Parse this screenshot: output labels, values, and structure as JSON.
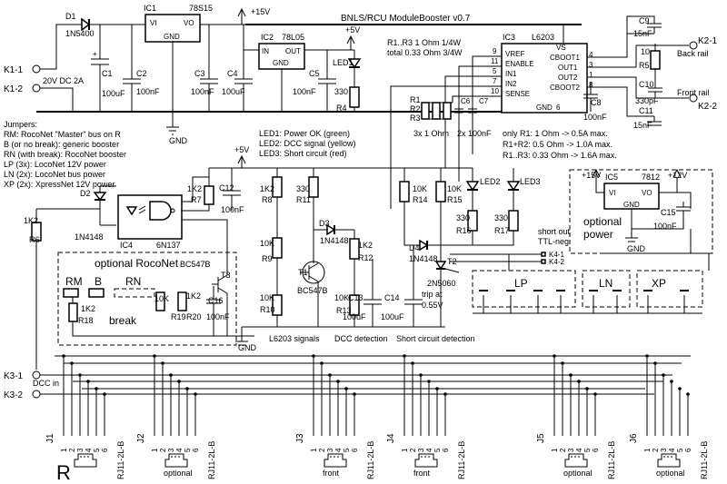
{
  "title": "BNLS/RCU ModuleBooster v0.7",
  "rails": {
    "v15": "+15V",
    "v5": "+5V",
    "v12": "+12V",
    "gnd": "GND"
  },
  "ic1": {
    "ref": "IC1",
    "part": "78S15",
    "vi": "VI",
    "vo": "VO",
    "gnd": "GND"
  },
  "ic2": {
    "ref": "IC2",
    "part": "78L05",
    "in": "IN",
    "out": "OUT",
    "gnd": "GND"
  },
  "ic3": {
    "ref": "IC3",
    "part": "L6203",
    "pins_left": [
      "VREF",
      "ENABLE",
      "IN1",
      "IN2",
      "SENSE"
    ],
    "pins_right": [
      "VS",
      "CBOOT1",
      "OUT1",
      "OUT2",
      "CBOOT2",
      "GND"
    ],
    "pin_nums_left": [
      "9",
      "11",
      "5",
      "7",
      "10"
    ],
    "pin_nums_right": [
      "4",
      "3",
      "1",
      "8",
      "6"
    ]
  },
  "ic4": {
    "ref": "IC4",
    "part": "6N137"
  },
  "ic5": {
    "ref": "IC5",
    "part": "7812",
    "vi": "VI",
    "vo": "VO",
    "gnd": "GND"
  },
  "power_in": {
    "k1_1": "K1-1",
    "k1_2": "K1-2",
    "label": "20V DC 2A"
  },
  "d1": {
    "ref": "D1",
    "part": "1N5400"
  },
  "caps": {
    "c1": {
      "ref": "C1",
      "val": "100uF"
    },
    "c2": {
      "ref": "C2",
      "val": "100nF"
    },
    "c3": {
      "ref": "C3",
      "val": "100nF"
    },
    "c4": {
      "ref": "C4",
      "val": "100uF"
    },
    "c5": {
      "ref": "C5",
      "val": "100nF"
    },
    "c6": {
      "ref": "C6"
    },
    "c7": {
      "ref": "C7"
    },
    "c8": {
      "ref": "C8",
      "val": "100nF"
    },
    "c9": {
      "ref": "C9",
      "val": "15nF"
    },
    "c10": {
      "ref": "C10",
      "val": "330pF"
    },
    "c11": {
      "ref": "C11",
      "val": "15nF"
    },
    "c12": {
      "ref": "C12",
      "val": "100nF"
    },
    "c13": {
      "ref": "C13",
      "val": "100uF"
    },
    "c14": {
      "ref": "C14",
      "val": "100uF"
    },
    "c15": {
      "ref": "C15",
      "val": "100nF"
    },
    "c16": {
      "ref": "C16",
      "val": "100nF"
    }
  },
  "c67_note": "2x 100nF",
  "r123": {
    "r1": "R1",
    "r2": "R2",
    "r3": "R3",
    "note": "3x 1 Ohm",
    "spec1": "R1..R3 1 Ohm 1/4W",
    "spec2": "total 0.33 Ohm 3/4W"
  },
  "limits": [
    "only R1: 1 Ohm -> 0.5A max.",
    "R1+R2: 0.5 Ohm -> 1.0A max.",
    "R1..R3: 0.33 Ohm -> 1.6A max."
  ],
  "r4": {
    "ref": "R4",
    "val": "330"
  },
  "r5": {
    "ref": "R5",
    "val": "10"
  },
  "led1": "LED1",
  "outputs": {
    "k2_1": "K2-1",
    "k2_2": "K2-2",
    "back": "Back rail",
    "front": "Front rail"
  },
  "jumpers_title": "Jumpers:",
  "jumpers": [
    "RM: RocoNet \"Master\" bus on R",
    "B (or no break): generic booster",
    "RN (with break): RocoNet booster",
    "LP (3x): LocoNet 12V power",
    "LN (2x): LocoNet bus power",
    "XP (2x): XpressNet 12V power"
  ],
  "leds": [
    "LED1: Power OK (green)",
    "LED2: DCC signal (yellow)",
    "LED3: Short circuit (red)"
  ],
  "r6": {
    "ref": "R6",
    "val": "1K2"
  },
  "d2": {
    "ref": "D2",
    "part": "1N4148"
  },
  "r7": {
    "ref": "R7",
    "val": "1K2"
  },
  "r8": {
    "ref": "R8",
    "val": "1K2"
  },
  "r9": {
    "ref": "R9",
    "val": "10K"
  },
  "r10": {
    "ref": "R10",
    "val": "10K"
  },
  "r11": {
    "ref": "R11",
    "val": "330"
  },
  "r12": {
    "ref": "R12",
    "val": "1K2"
  },
  "r13": {
    "ref": "R13",
    "val": "10K"
  },
  "r14": {
    "ref": "R14",
    "val": "10K"
  },
  "r15": {
    "ref": "R15",
    "val": "10K"
  },
  "r16": {
    "ref": "R16",
    "val": "330"
  },
  "r17": {
    "ref": "R17",
    "val": "330"
  },
  "r18": {
    "ref": "R18",
    "val": "1K2"
  },
  "r19": {
    "ref": "R19",
    "val": "10K"
  },
  "r20": {
    "ref": "R20",
    "val": "1K2"
  },
  "d3": {
    "ref": "D3",
    "part": "1N4148"
  },
  "d4": {
    "ref": "D4",
    "part": "1N4148"
  },
  "t1": {
    "ref": "T1",
    "part": "BC547B"
  },
  "t2": {
    "ref": "T2",
    "part": "2N5060"
  },
  "t3": {
    "ref": "T3",
    "part": "BC547B"
  },
  "led2": "LED2",
  "led3": "LED3",
  "trip": [
    "trip at",
    "0.55V"
  ],
  "short_out": [
    "short out",
    "TTL-neg"
  ],
  "k4": [
    "K4-1",
    "K4-2"
  ],
  "optional_roconet": "optional RocoNet",
  "optional_power": [
    "optional",
    "power"
  ],
  "jumper_labels": {
    "rm": "RM",
    "b": "B",
    "rn": "RN",
    "break": "break",
    "lp": "LP",
    "ln": "LN",
    "xp": "XP"
  },
  "sections": [
    "L6203 signals",
    "DCC detection",
    "Short circuit detection"
  ],
  "dcc_in": {
    "k3_1": "K3-1",
    "k3_2": "K3-2",
    "label": "DCC in"
  },
  "connectors": [
    {
      "ref": "J1",
      "part": "RJ11-2L-B",
      "note": "R",
      "pins": [
        "1",
        "2",
        "3",
        "4",
        "5",
        "6"
      ]
    },
    {
      "ref": "J2",
      "part": "RJ11-2L-B",
      "note": "optional",
      "pins": [
        "1",
        "2",
        "3",
        "4",
        "5",
        "6"
      ]
    },
    {
      "ref": "J3",
      "part": "RJ11-2L-B",
      "note": "front",
      "pins": [
        "1",
        "2",
        "3",
        "4",
        "5",
        "6"
      ]
    },
    {
      "ref": "J4",
      "part": "RJ11-2L-B",
      "note": "front",
      "pins": [
        "1",
        "2",
        "3",
        "4",
        "5",
        "6"
      ]
    },
    {
      "ref": "J5",
      "part": "RJ11-2L-B",
      "note": "optional",
      "pins": [
        "1",
        "2",
        "3",
        "4",
        "5",
        "6"
      ]
    },
    {
      "ref": "J6",
      "part": "RJ11-2L-B",
      "note": "optional",
      "pins": [
        "1",
        "2",
        "3",
        "4",
        "5",
        "6"
      ]
    }
  ]
}
